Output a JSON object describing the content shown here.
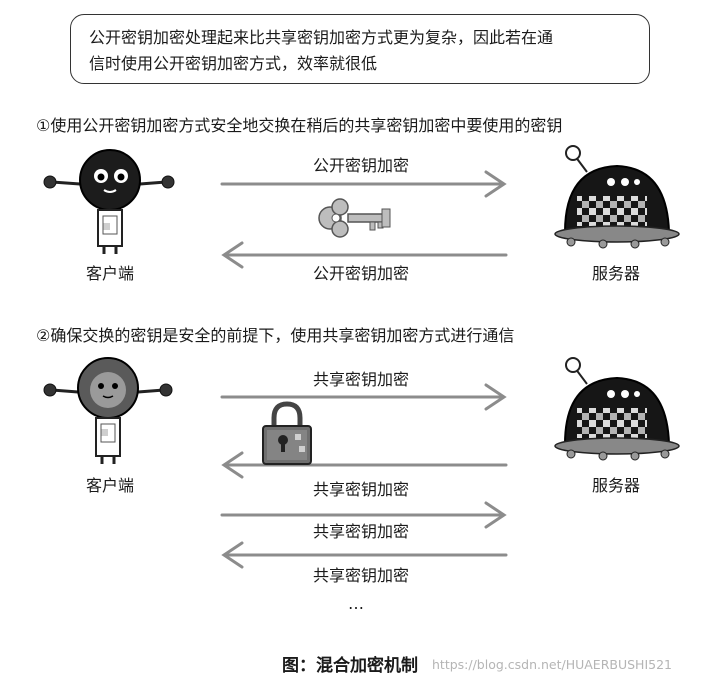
{
  "note": {
    "line1": "公开密钥加密处理起来比共享密钥加密方式更为复杂，因此若在通",
    "line2": "信时使用公开密钥加密方式，效率就很低"
  },
  "step1": {
    "heading": "①使用公开密钥加密方式安全地交换在稍后的共享密钥加密中要使用的密钥",
    "top_arrow_label": "公开密钥加密",
    "bottom_arrow_label": "公开密钥加密",
    "client_label": "客户端",
    "server_label": "服务器"
  },
  "step2": {
    "heading": "②确保交换的密钥是安全的前提下，使用共享密钥加密方式进行通信",
    "arrow_labels": [
      "共享密钥加密",
      "共享密钥加密",
      "共享密钥加密",
      "共享密钥加密"
    ],
    "ellipsis": "…",
    "client_label": "客户端",
    "server_label": "服务器"
  },
  "caption": "图：混合加密机制",
  "watermark": "https://blog.csdn.net/HUAERBUSHI521",
  "icons": [
    "client-robot-icon",
    "server-robot-icon",
    "key-icon",
    "padlock-icon"
  ]
}
